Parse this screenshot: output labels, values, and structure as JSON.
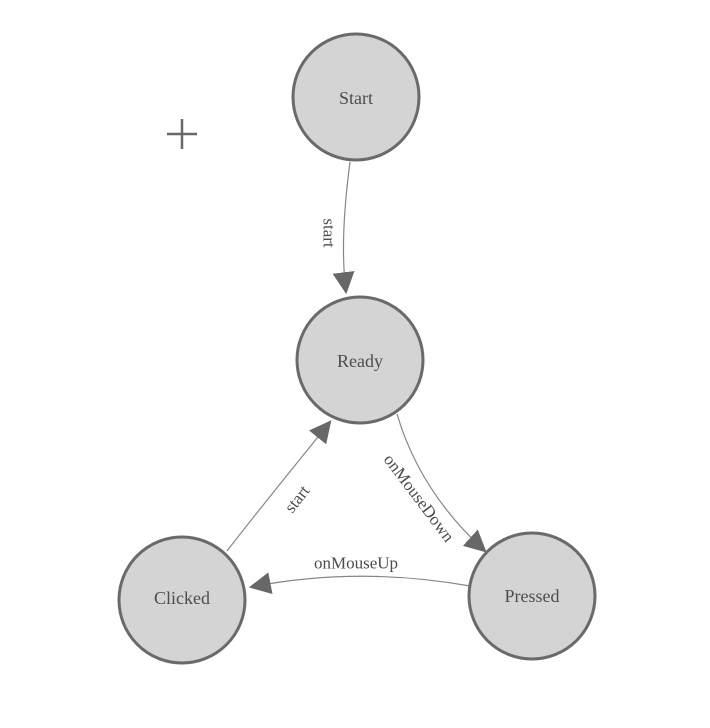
{
  "diagram": {
    "kind": "finite-state-machine",
    "background": "#ffffff",
    "colors": {
      "node_fill": "#d4d4d4",
      "node_stroke": "#6a6a6a",
      "edge_stroke": "#868686",
      "arrow_fill": "#676767",
      "label_text": "#4c4c4c",
      "crosshair": "#686868"
    },
    "nodes": [
      {
        "id": "start",
        "label": "Start"
      },
      {
        "id": "ready",
        "label": "Ready"
      },
      {
        "id": "clicked",
        "label": "Clicked"
      },
      {
        "id": "pressed",
        "label": "Pressed"
      }
    ],
    "edges": [
      {
        "from": "start",
        "to": "ready",
        "label": "start"
      },
      {
        "from": "clicked",
        "to": "ready",
        "label": "start"
      },
      {
        "from": "ready",
        "to": "pressed",
        "label": "onMouseDown"
      },
      {
        "from": "pressed",
        "to": "clicked",
        "label": "onMouseUp"
      }
    ],
    "icons": {
      "crosshair": "plus-crosshair"
    }
  }
}
